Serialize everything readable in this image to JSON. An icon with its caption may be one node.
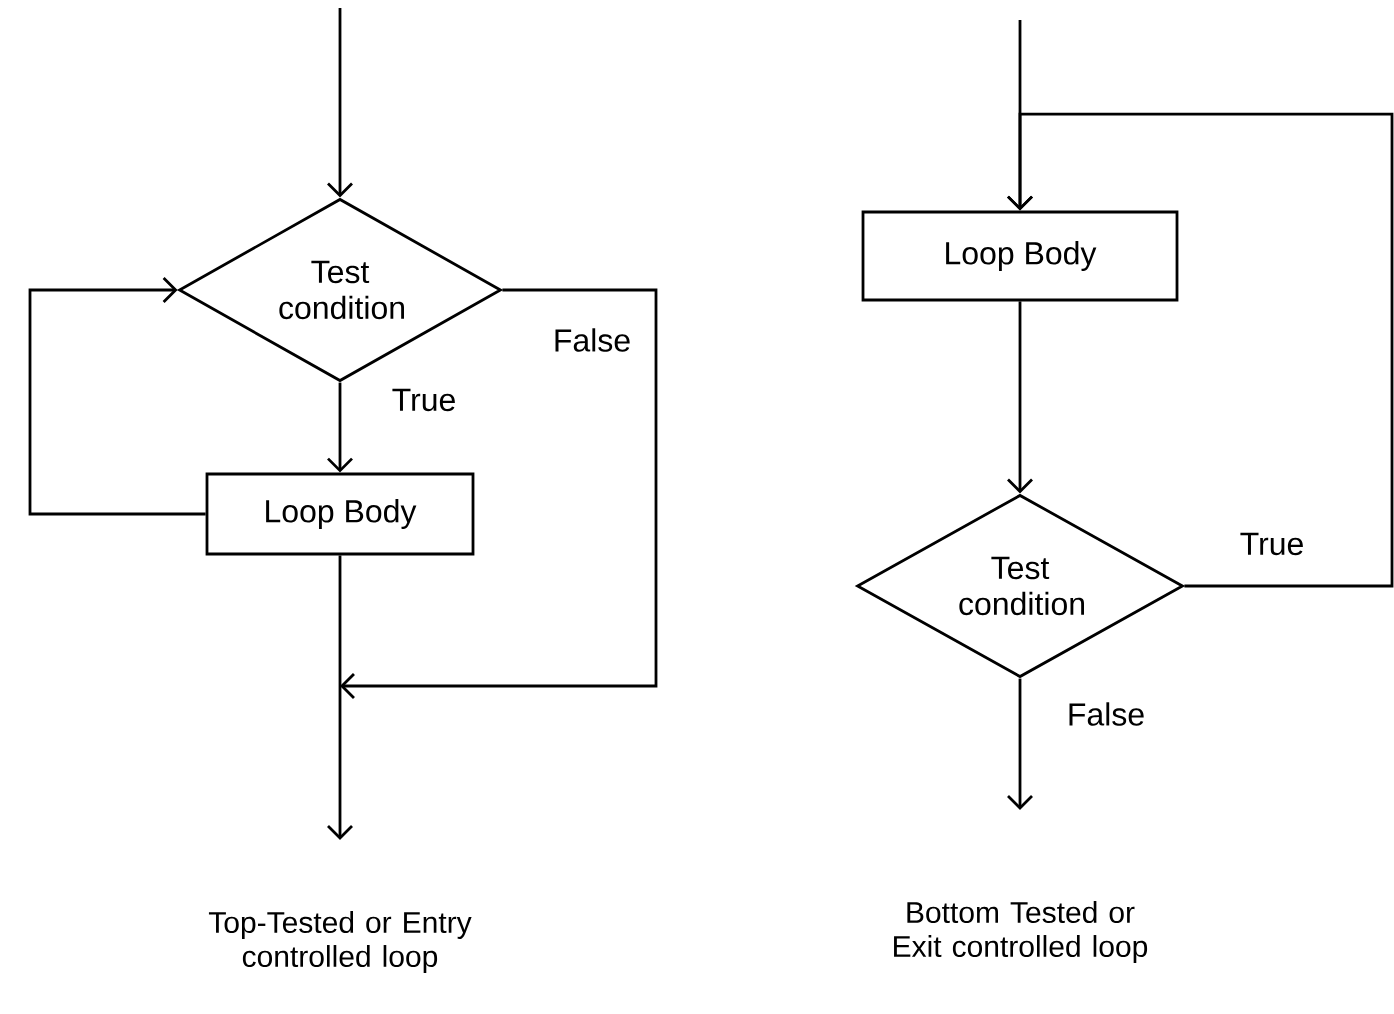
{
  "diagram": {
    "nodes": [
      {
        "text": [
          "Test condition"
        ]
      },
      {
        "text": [
          "Loop Body"
        ]
      },
      {
        "text": [
          "Loop Body"
        ]
      },
      {
        "text": [
          "Test condition"
        ]
      }
    ],
    "edges": [
      {
        "from": null,
        "to": 0,
        "arrow": "to"
      },
      {
        "from": 0,
        "to": 1,
        "arrow": "to",
        "label": "True"
      },
      {
        "from": 1,
        "to": 0,
        "arrow": "to"
      },
      {
        "from": 0,
        "to": null,
        "arrow": "to",
        "label": "False"
      },
      {
        "from": 1,
        "to": null,
        "arrow": "to"
      },
      {
        "from": null,
        "to": 2,
        "arrow": "to"
      },
      {
        "from": 2,
        "to": 3,
        "arrow": "to"
      },
      {
        "from": 3,
        "to": 2,
        "arrow": "to",
        "label": "True"
      },
      {
        "from": 3,
        "to": null,
        "arrow": "to",
        "label": "False"
      }
    ],
    "labels": [
      "Top-Tested or Entry controlled loop",
      "Bottom Tested or Exit controlled loop"
    ]
  }
}
